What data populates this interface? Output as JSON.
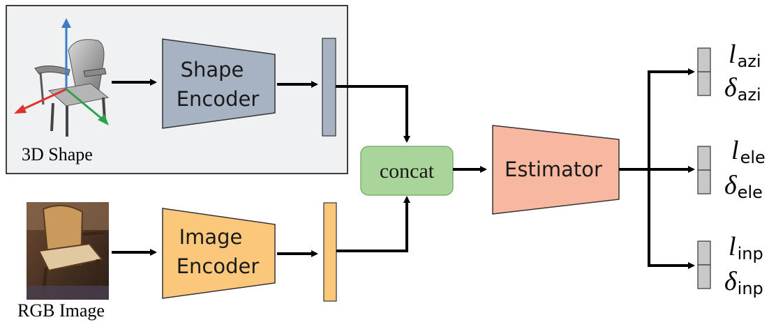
{
  "diagram": {
    "shape_caption": "3D Shape",
    "rgb_caption": "RGB Image",
    "shape_encoder": {
      "line1": "Shape",
      "line2": "Encoder"
    },
    "image_encoder": {
      "line1": "Image",
      "line2": "Encoder"
    },
    "concat_label": "concat",
    "estimator_label": "Estimator",
    "outputs": [
      {
        "l_symbol": "l",
        "l_sub": "azi",
        "d_symbol": "δ",
        "d_sub": "azi"
      },
      {
        "l_symbol": "l",
        "l_sub": "ele",
        "d_symbol": "δ",
        "d_sub": "ele"
      },
      {
        "l_symbol": "l",
        "l_sub": "inp",
        "d_symbol": "δ",
        "d_sub": "inp"
      }
    ],
    "colors": {
      "shape_panel_bg": "#f0f1f3",
      "shape_encoder_fill": "#a7b2c3",
      "image_encoder_fill": "#fbc87b",
      "concat_fill": "#a9d49a",
      "estimator_fill": "#f8b8a0",
      "output_fill": "#c8c8c8",
      "axis_blue": "#3a7fc4",
      "axis_red": "#e0332e",
      "axis_green": "#2da24b"
    }
  }
}
